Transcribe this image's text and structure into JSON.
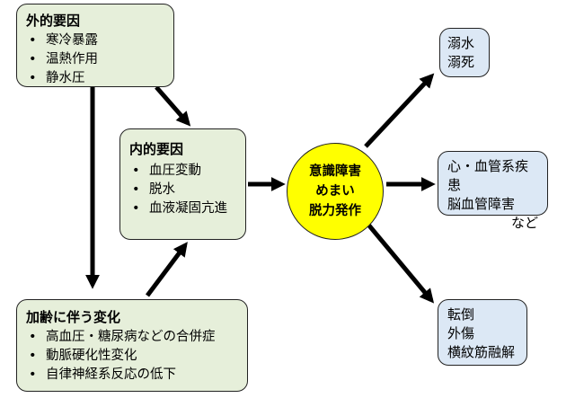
{
  "external": {
    "title": "外的要因",
    "items": [
      "寒冷暴露",
      "温熱作用",
      "静水圧"
    ]
  },
  "internal": {
    "title": "内的要因",
    "items": [
      "血圧変動",
      "脱水",
      "血液凝固亢進"
    ]
  },
  "aging": {
    "title": "加齢に伴う変化",
    "items": [
      "高血圧・糖尿病などの合併症",
      "動脈硬化性変化",
      "自律神経系反応の低下"
    ]
  },
  "center": {
    "lines": [
      "意識障害",
      "めまい",
      "脱力発作"
    ]
  },
  "outcomes": {
    "drowning": [
      "溺水",
      "溺死"
    ],
    "cardio": [
      "心・血管系疾患",
      "脳血管障害",
      "など"
    ],
    "fall": [
      "転倒",
      "外傷",
      "横紋筋融解"
    ]
  },
  "colors": {
    "green_box": "#e6efda",
    "blue_box": "#dce8f5",
    "center": "#ffff00"
  }
}
